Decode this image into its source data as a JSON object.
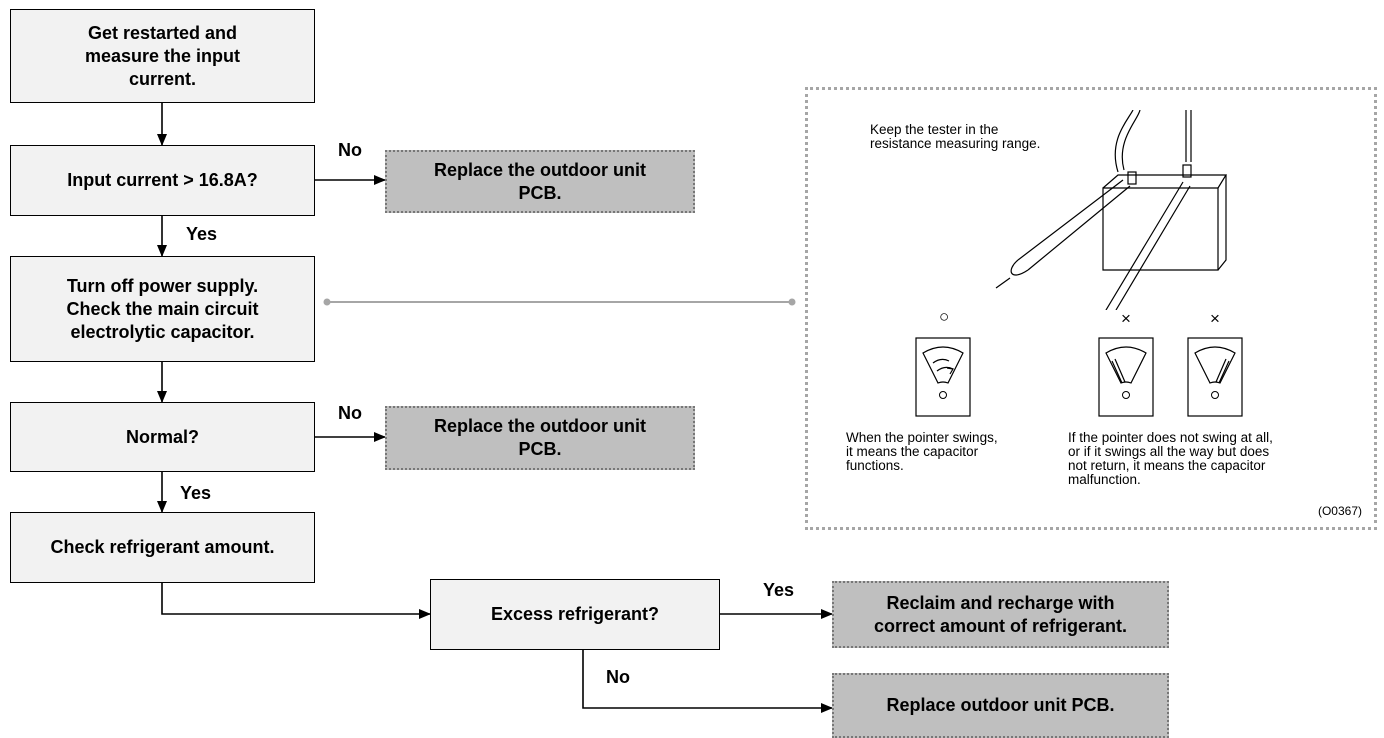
{
  "flow": {
    "step_start": "Get restarted and\nmeasure the input\ncurrent.",
    "step_current_check": "Input current > 16.8A?",
    "step_capacitor": "Turn off power supply.\nCheck the main circuit\nelectrolytic capacitor.",
    "step_normal": "Normal?",
    "step_refrigerant": "Check refrigerant amount.",
    "step_excess": "Excess refrigerant?",
    "result_pcb_1": "Replace the outdoor unit\nPCB.",
    "result_pcb_2": "Replace the outdoor unit\nPCB.",
    "result_recharge": "Reclaim and recharge with\ncorrect amount of refrigerant.",
    "result_pcb_3": "Replace outdoor unit PCB.",
    "label_no_1": "No",
    "label_yes_1": "Yes",
    "label_no_2": "No",
    "label_yes_2": "Yes",
    "label_yes_3": "Yes",
    "label_no_3": "No"
  },
  "inset": {
    "tester_note": "Keep the tester in  the\nresistance measuring range.",
    "ok_symbol": "○",
    "ng_symbol_1": "×",
    "ng_symbol_2": "×",
    "ok_caption": "When the pointer swings,\nit means the capacitor\nfunctions.",
    "ng_caption": "If the pointer does not swing at all,\nor if it swings all the way but does\nnot return, it means the capacitor\nmalfunction.",
    "figure_code": "(O0367)"
  },
  "colors": {
    "step_fill": "#f2f2f2",
    "result_fill": "#bfbfbf",
    "connector": "#a6a6a6"
  }
}
